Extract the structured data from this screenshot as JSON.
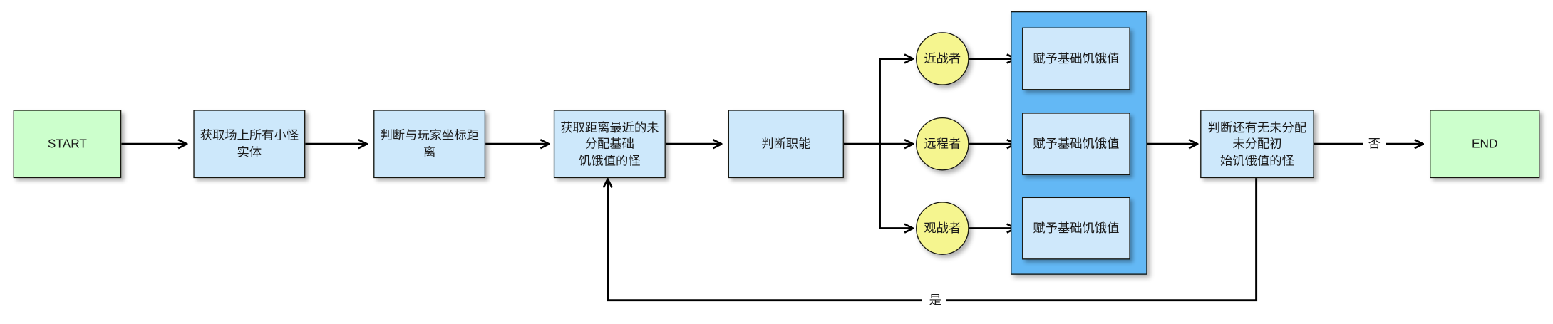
{
  "diagram": {
    "type": "flowchart",
    "title": "",
    "orientation": "left-to-right",
    "colors": {
      "start_end_fill": "#ccffcc",
      "process_fill": "#cde8fb",
      "decision_circle_fill": "#f5f58f",
      "group_container_fill": "#63b8f5",
      "stroke": "#16160f",
      "text": "#1a1a1a",
      "background": "#ffffff"
    },
    "nodes": {
      "start": "START",
      "get_entities": "获取场上所有小怪实体",
      "judge_distance": "判断与玩家坐标距离",
      "get_nearest": "获取距离最近的未分配基础\n饥饿值的怪",
      "judge_role": "判断职能",
      "role_melee": "近战者",
      "role_ranged": "远程者",
      "role_spectator": "观战者",
      "assign_melee": "赋予基础饥饿值",
      "assign_ranged": "赋予基础饥饿值",
      "assign_spectator": "赋予基础饥饿值",
      "judge_remaining": "判断还有无未分配未分配初\n始饥饿值的怪",
      "end": "END"
    },
    "edge_labels": {
      "no": "否",
      "yes": "是"
    }
  }
}
